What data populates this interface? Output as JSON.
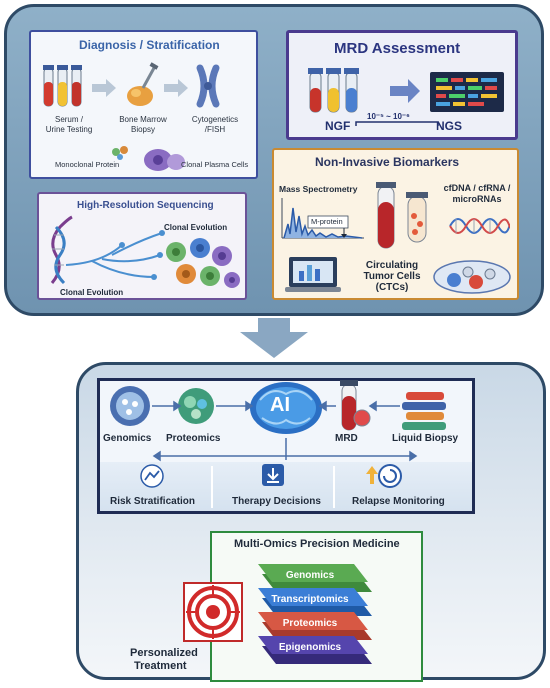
{
  "diagnosis": {
    "title": "Diagnosis / Stratification",
    "serum_label_1": "Serum /",
    "serum_label_2": "Urine Testing",
    "marrow_label_1": "Bone Marrow",
    "marrow_label_2": "Biopsy",
    "cyto_label_1": "Cytogenetics",
    "cyto_label_2": "/FISH",
    "monoclonal_label": "Monoclonal Protein",
    "plasma_label": "Clonal Plasma Cells"
  },
  "mrd": {
    "title": "MRD Assessment",
    "ngf": "NGF",
    "ngs": "NGS",
    "sensitivity": "10⁻⁵ ~ 10⁻⁶"
  },
  "hrs": {
    "title": "High-Resolution Sequencing",
    "clonal_evolution_right": "Clonal Evolution",
    "clonal_evolution_bottom": "Clonal Evolution"
  },
  "nib": {
    "title": "Non-Invasive Biomarkers",
    "mass_spec": "Mass Spectrometry",
    "m_protein": "M-protein",
    "cfdna_1": "cfDNA / cfRNA /",
    "cfdna_2": "microRNAs",
    "ctc_1": "Circulating",
    "ctc_2": "Tumor Cells",
    "ctc_3": "(CTCs)"
  },
  "ai": {
    "center": "AI",
    "inputs": [
      "Genomics",
      "Proteomics",
      "MRD",
      "Liquid Biopsy"
    ],
    "outputs": [
      "Risk Stratification",
      "Therapy Decisions",
      "Relapse Monitoring"
    ]
  },
  "multiomics": {
    "title": "Multi-Omics Precision Medicine",
    "layers": [
      "Genomics",
      "Transcriptomics",
      "Proteomics",
      "Epigenomics"
    ]
  },
  "personalized": {
    "line1": "Personalized",
    "line2": "Treatment"
  },
  "colors": {
    "panel_border": "#2e4a66",
    "genomics_layer": "#4e9a4a",
    "transcriptomics_layer": "#2f6fc0",
    "proteomics_layer": "#c7503d",
    "epigenomics_layer": "#4a3d9a",
    "target_red": "#d12a2a"
  },
  "icons": [
    "test-tube-icon",
    "syringe-icon",
    "chromosome-icon",
    "flow-arrow-icon",
    "dna-icon",
    "cell-icon",
    "brain-icon",
    "target-icon",
    "chart-icon",
    "document-download-icon",
    "refresh-icon",
    "laptop-icon"
  ]
}
